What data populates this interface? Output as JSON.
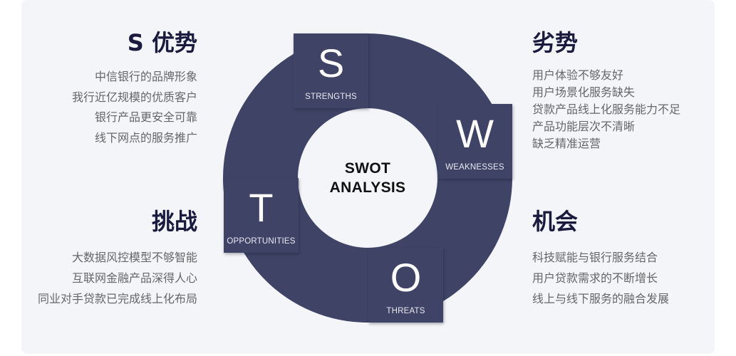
{
  "diagram": {
    "center": {
      "line1": "SWOT",
      "line2": "ANALYSIS"
    },
    "quadrants": [
      {
        "letter": "S",
        "label": "STRENGTHS"
      },
      {
        "letter": "W",
        "label": "WEAKNESSES"
      },
      {
        "letter": "T",
        "label": "OPPORTUNITIES"
      },
      {
        "letter": "O",
        "label": "THREATS"
      }
    ],
    "colors": {
      "ring": "#3f4466",
      "background": "#f3f5f9",
      "heading": "#1a1a3e",
      "body_text": "#666666"
    }
  },
  "sections": {
    "strengths": {
      "title": "S 优势",
      "items": [
        "中信银行的品牌形象",
        "我行近亿规模的优质客户",
        "银行产品更安全可靠",
        "线下网点的服务推广"
      ]
    },
    "weaknesses": {
      "title": "劣势",
      "items": [
        "用户体验不够友好",
        "用户场景化服务缺失",
        "贷款产品线上化服务能力不足",
        "产品功能层次不清晰",
        "缺乏精准运营"
      ]
    },
    "threats": {
      "title": "挑战",
      "items": [
        "大数据风控模型不够智能",
        "互联网金融产品深得人心",
        "同业对手贷款已完成线上化布局"
      ]
    },
    "opportunities": {
      "title": "机会",
      "items": [
        "科技赋能与银行服务结合",
        "用户贷款需求的不断增长",
        "线上与线下服务的融合发展"
      ]
    }
  }
}
